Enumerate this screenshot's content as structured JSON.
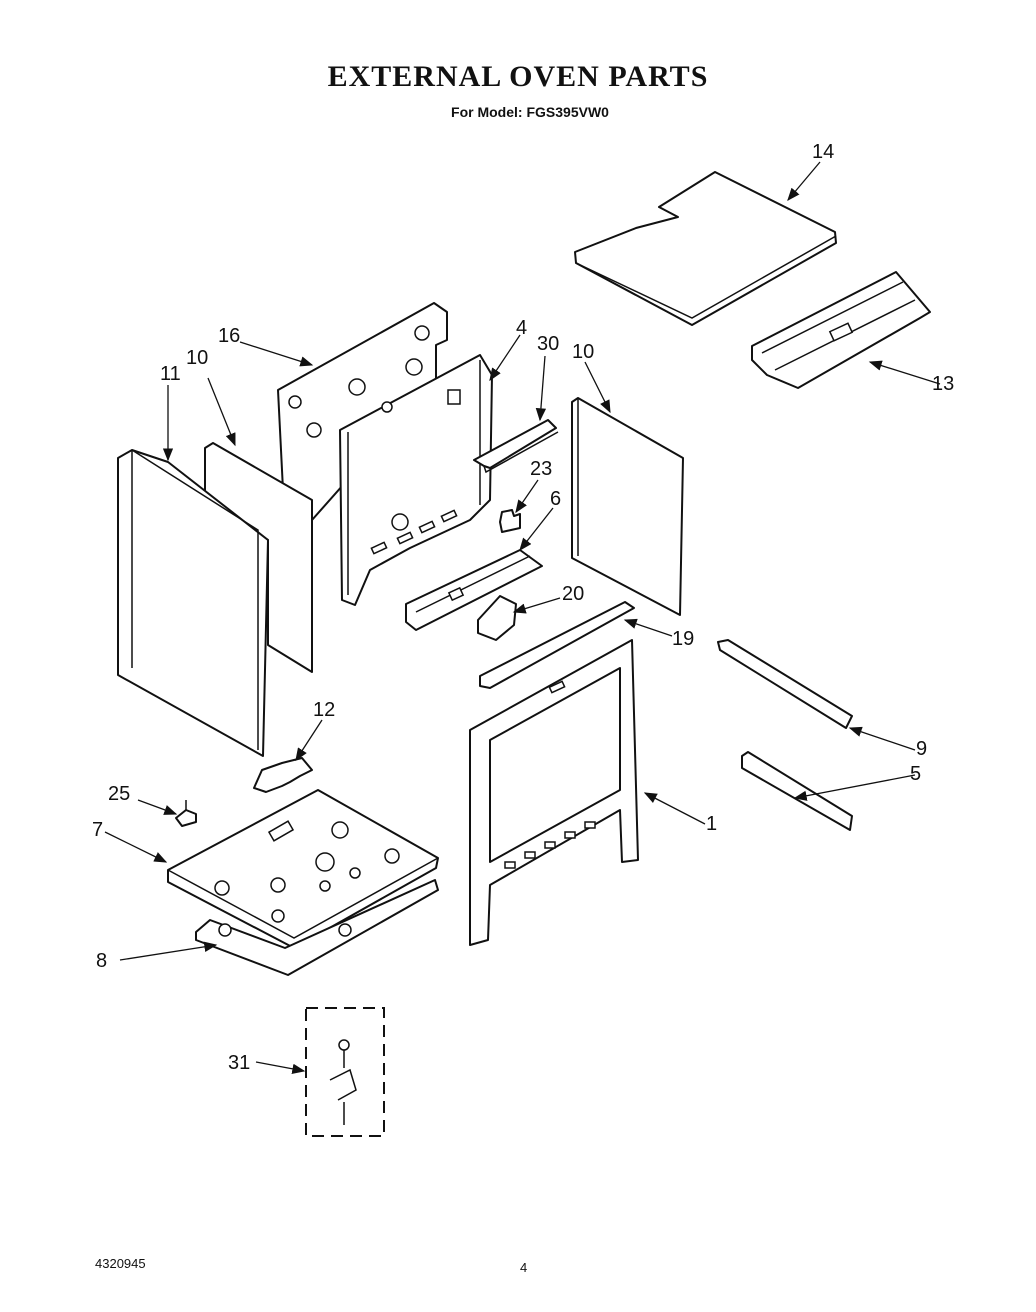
{
  "title": "EXTERNAL OVEN PARTS",
  "subtitle": "For Model: FGS395VW0",
  "doc_number": "4320945",
  "page_number": "4",
  "callouts": {
    "p1": "1",
    "p4": "4",
    "p5": "5",
    "p6": "6",
    "p7": "7",
    "p8": "8",
    "p9": "9",
    "p10a": "10",
    "p10b": "10",
    "p11": "11",
    "p12": "12",
    "p13": "13",
    "p14": "14",
    "p16": "16",
    "p19": "19",
    "p20": "20",
    "p23": "23",
    "p25": "25",
    "p30": "30",
    "p31": "31"
  }
}
